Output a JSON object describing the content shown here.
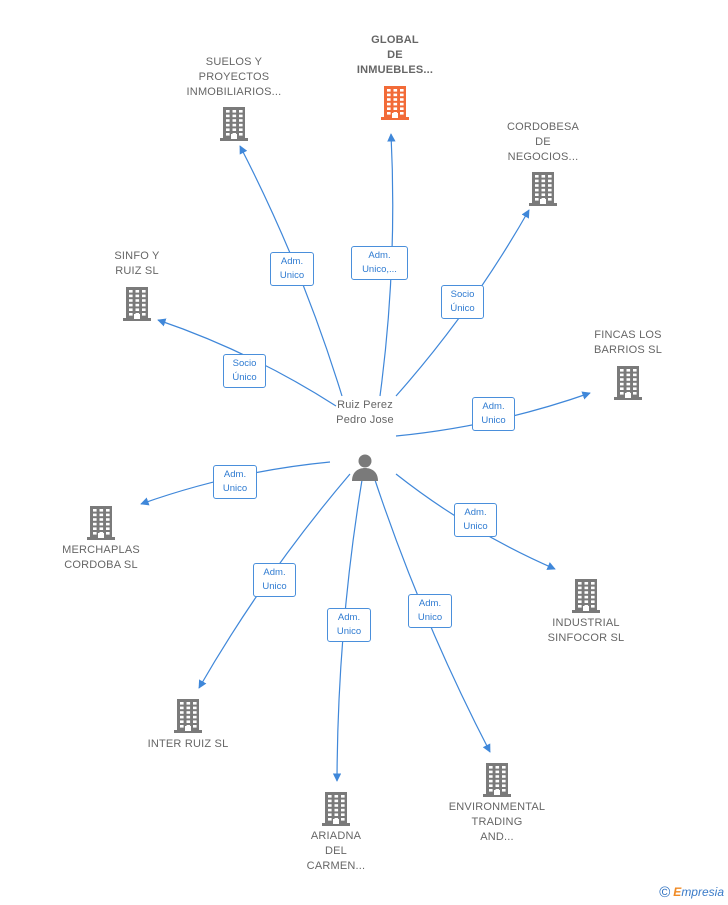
{
  "center": {
    "label_lines": [
      "Ruiz Perez",
      "Pedro Jose"
    ],
    "icon": "person-icon"
  },
  "colors": {
    "edge": "#3f87d9",
    "node": "#7a7a7a",
    "highlight": "#f26b38",
    "label_border": "#4a8fdb"
  },
  "nodes": [
    {
      "id": "global",
      "label_lines": [
        "GLOBAL",
        "DE",
        "INMUEBLES..."
      ],
      "highlight": true,
      "edge_label": [
        "Adm.",
        "Unico,..."
      ]
    },
    {
      "id": "suelos",
      "label_lines": [
        "SUELOS Y",
        "PROYECTOS",
        "INMOBILIARIOS..."
      ],
      "highlight": false,
      "edge_label": [
        "Adm.",
        "Unico"
      ]
    },
    {
      "id": "cordobesa",
      "label_lines": [
        "CORDOBESA",
        "DE",
        "NEGOCIOS..."
      ],
      "highlight": false,
      "edge_label": [
        "Socio",
        "Único"
      ]
    },
    {
      "id": "sinfo",
      "label_lines": [
        "SINFO Y",
        "RUIZ SL"
      ],
      "highlight": false,
      "edge_label": [
        "Socio",
        "Único"
      ]
    },
    {
      "id": "fincas",
      "label_lines": [
        "FINCAS LOS",
        "BARRIOS  SL"
      ],
      "highlight": false,
      "edge_label": [
        "Adm.",
        "Unico"
      ]
    },
    {
      "id": "merchaplas",
      "label_lines": [
        "MERCHAPLAS",
        "CORDOBA SL"
      ],
      "highlight": false,
      "edge_label": [
        "Adm.",
        "Unico"
      ]
    },
    {
      "id": "industrial",
      "label_lines": [
        "INDUSTRIAL",
        "SINFOCOR SL"
      ],
      "highlight": false,
      "edge_label": [
        "Adm.",
        "Unico"
      ]
    },
    {
      "id": "inter",
      "label_lines": [
        "INTER RUIZ  SL"
      ],
      "highlight": false,
      "edge_label": [
        "Adm.",
        "Unico"
      ]
    },
    {
      "id": "ariadna",
      "label_lines": [
        "ARIADNA",
        "DEL",
        "CARMEN..."
      ],
      "highlight": false,
      "edge_label": [
        "Adm.",
        "Unico"
      ]
    },
    {
      "id": "environmental",
      "label_lines": [
        "ENVIRONMENTAL",
        "TRADING",
        "AND..."
      ],
      "highlight": false,
      "edge_label": [
        "Adm.",
        "Unico"
      ]
    }
  ],
  "watermark": {
    "copyright": "©",
    "brand_first": "E",
    "brand_rest": "mpresia"
  }
}
